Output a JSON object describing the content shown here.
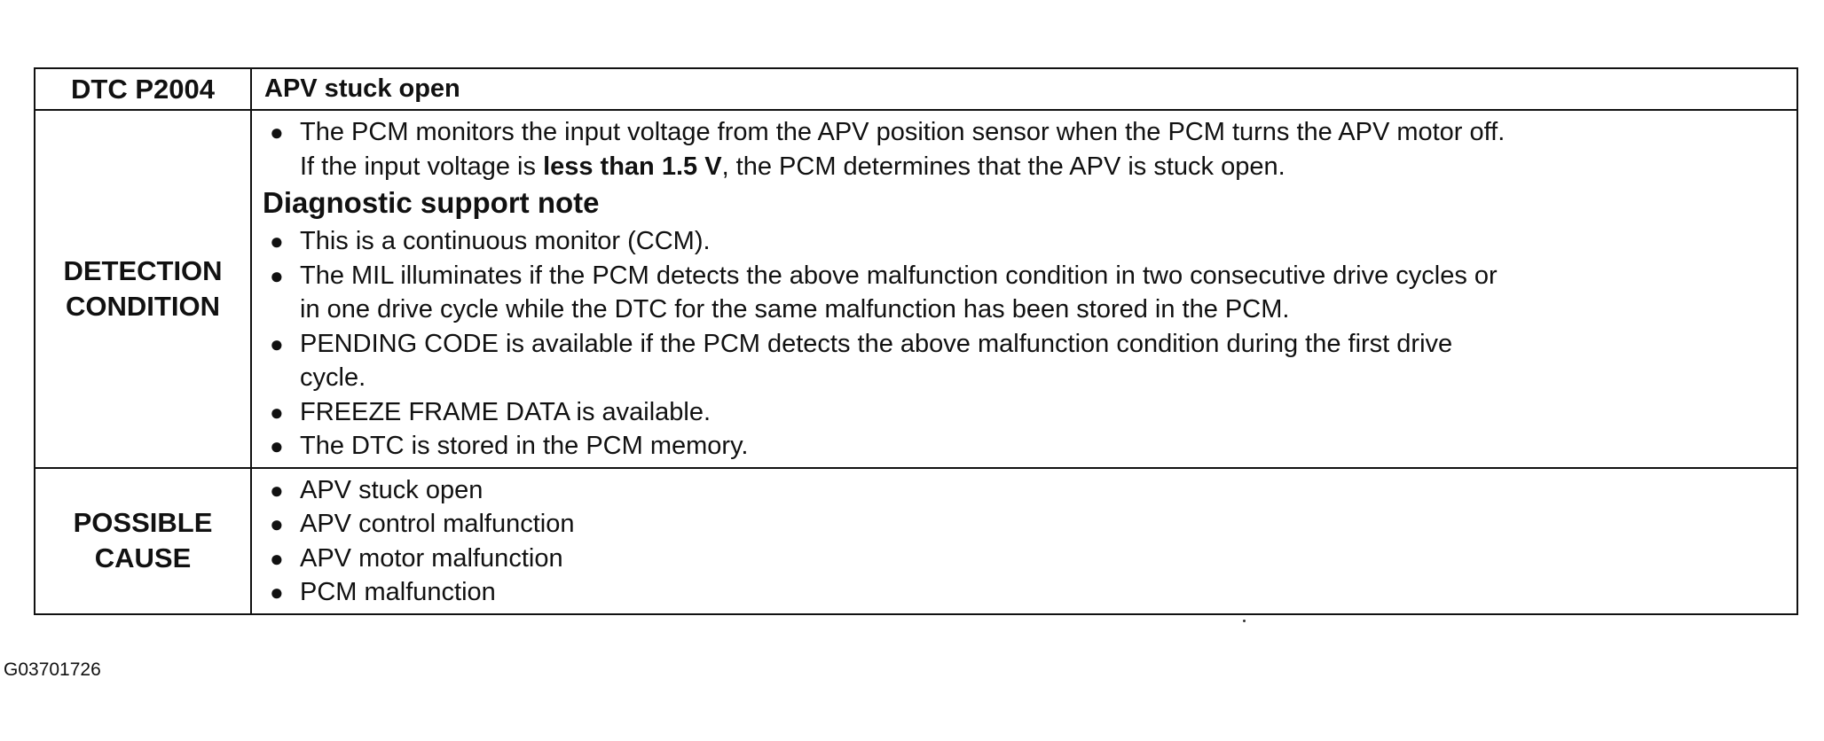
{
  "header": {
    "code": "DTC P2004",
    "title": "APV stuck open"
  },
  "detection": {
    "label_line1": "DETECTION",
    "label_line2": "CONDITION",
    "intro_bullet": {
      "line1": "The PCM monitors the input voltage from the APV position sensor when the PCM turns the APV motor off.",
      "line2_before": "If the input voltage is ",
      "line2_bold": "less than 1.5 V",
      "line2_after": ", the PCM determines that the APV is stuck open."
    },
    "support_heading": "Diagnostic support note",
    "support_items": [
      [
        "This is a continuous monitor (CCM)."
      ],
      [
        "The MIL illuminates if the PCM detects the above malfunction condition in two consecutive drive cycles or",
        "in one drive cycle while the DTC for the same malfunction has been stored in the PCM."
      ],
      [
        "PENDING CODE is available if the PCM detects the above malfunction condition during the first drive",
        "cycle."
      ],
      [
        "FREEZE FRAME DATA is available."
      ],
      [
        "The DTC is stored in the PCM memory."
      ]
    ]
  },
  "possible_cause": {
    "label_line1": "POSSIBLE",
    "label_line2": "CAUSE",
    "items": [
      "APV stuck open",
      "APV control malfunction",
      "APV motor malfunction",
      "PCM malfunction"
    ]
  },
  "footer_code": "G03701726"
}
